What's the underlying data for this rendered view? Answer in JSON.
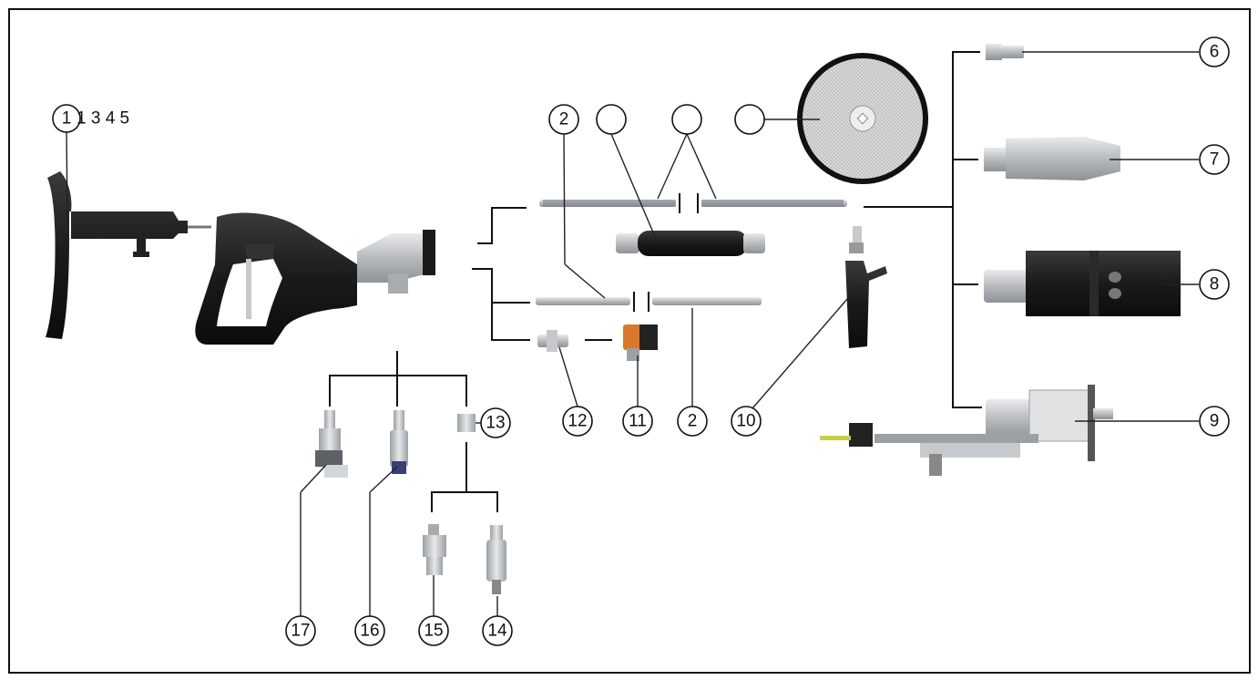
{
  "header_numbers": "1 3 4 5",
  "callouts": [
    {
      "id": "c1",
      "text": "1"
    },
    {
      "id": "c2a",
      "text": "2"
    },
    {
      "id": "c3",
      "text": ""
    },
    {
      "id": "c4",
      "text": ""
    },
    {
      "id": "c5",
      "text": ""
    },
    {
      "id": "c6",
      "text": "6"
    },
    {
      "id": "c7",
      "text": "7"
    },
    {
      "id": "c8",
      "text": "8"
    },
    {
      "id": "c9",
      "text": "9"
    },
    {
      "id": "c10",
      "text": "10"
    },
    {
      "id": "c2b",
      "text": "2"
    },
    {
      "id": "c11",
      "text": "11"
    },
    {
      "id": "c12",
      "text": "12"
    },
    {
      "id": "c13",
      "text": "13"
    },
    {
      "id": "c14",
      "text": "14"
    },
    {
      "id": "c15",
      "text": "15"
    },
    {
      "id": "c16",
      "text": "16"
    },
    {
      "id": "c17",
      "text": "17"
    }
  ],
  "colors": {
    "dark_part": "#1c1c1c",
    "metal": "#bfc3c6",
    "orange": "#d9782a",
    "line": "#111111"
  }
}
